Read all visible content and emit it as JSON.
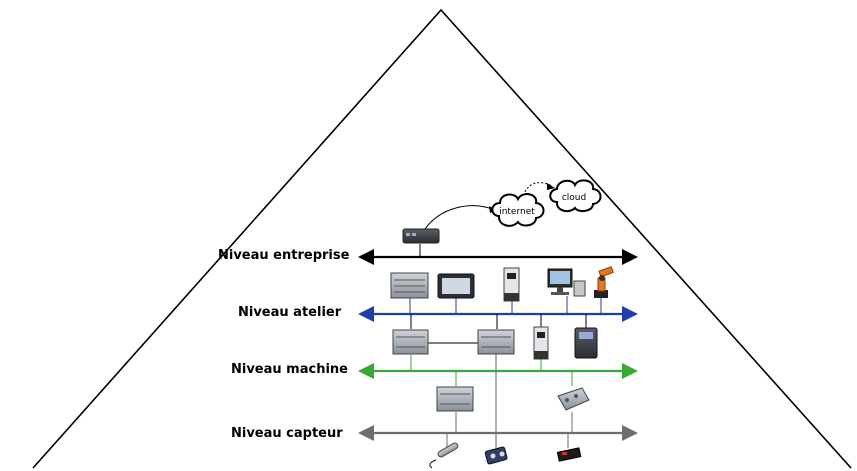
{
  "levels": [
    {
      "label": "Niveau entreprise",
      "color": "#000000"
    },
    {
      "label": "Niveau atelier",
      "color": "#1f3fa8"
    },
    {
      "label": "Niveau machine",
      "color": "#36a836"
    },
    {
      "label": "Niveau capteur",
      "color": "#6e6e6e"
    }
  ],
  "clouds": {
    "internet": "internet",
    "cloud": "cloud"
  },
  "devices": {
    "entreprise": [
      "network-switch"
    ],
    "atelier": [
      "server-rack",
      "hmi-panel",
      "controller-module",
      "workstation",
      "industrial-robot"
    ],
    "machine": [
      "plc-unit-1",
      "plc-unit-2",
      "io-module",
      "frequency-drive"
    ],
    "capteur_bus": [
      "io-block",
      "distribution-block"
    ],
    "capteur": [
      "proximity-sensor",
      "photoelectric-sensor",
      "fiber-sensor"
    ]
  }
}
